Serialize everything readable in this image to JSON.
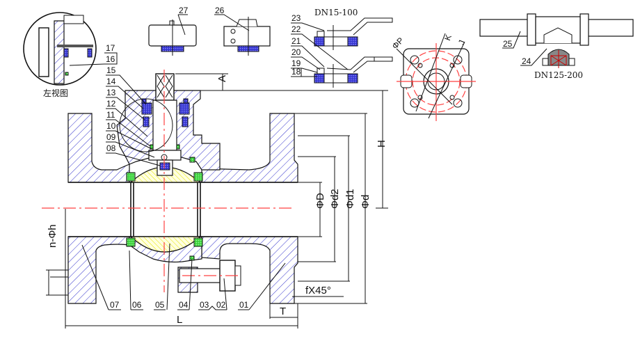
{
  "title": "Flanged ball valve sectional drawing",
  "colors": {
    "hatch": "#3333cc",
    "ball_hatch": "#e6e600",
    "seal": "#33cc33",
    "centerline": "#ff4040",
    "line": "#111111"
  },
  "detail_view": {
    "caption": "左视图",
    "callouts": [
      "17",
      "16"
    ]
  },
  "part_callouts": {
    "left_stack": [
      "15",
      "14",
      "13",
      "12",
      "11",
      "10",
      "09",
      "08"
    ],
    "bottom_row": [
      "07",
      "06",
      "05",
      "04",
      "03",
      "02",
      "01"
    ]
  },
  "actuators": {
    "items": [
      {
        "callout": "27",
        "name": "pneumatic-actuator"
      },
      {
        "callout": "26",
        "name": "electric-actuator"
      }
    ]
  },
  "handle_variants": {
    "caption": "DN15-100",
    "callouts": [
      "23",
      "22",
      "21",
      "20",
      "19",
      "18"
    ]
  },
  "gear_variant": {
    "caption": "DN125-200",
    "callouts": [
      "25",
      "24"
    ]
  },
  "top_flange_dims": {
    "labels": [
      "ΦP",
      "K",
      "J"
    ]
  },
  "dimensions": {
    "A": "A",
    "H": "H",
    "D": "ΦD",
    "d2": "Φd2",
    "d1": "Φd1",
    "d": "Φd",
    "chamfer": "fX45°",
    "T": "T",
    "L": "L",
    "bolt_holes": "n-Φh"
  }
}
